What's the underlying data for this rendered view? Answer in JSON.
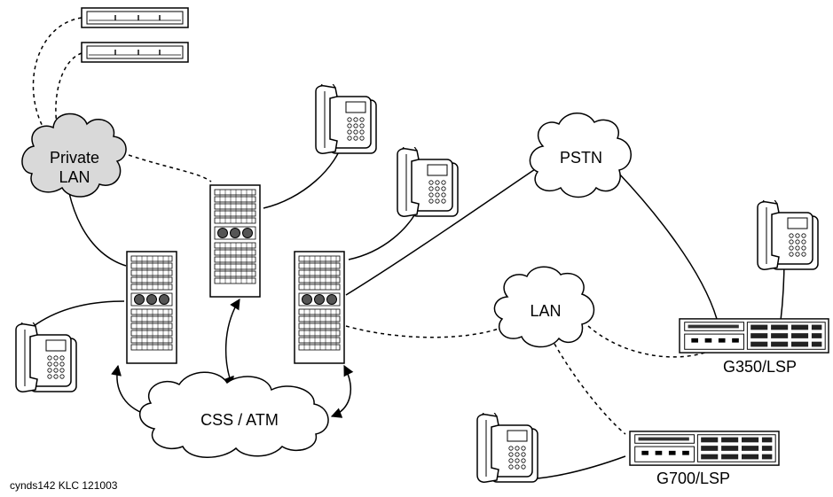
{
  "clouds": {
    "private_lan": [
      "Private",
      "LAN"
    ],
    "pstn": "PSTN",
    "lan": "LAN",
    "css_atm": "CSS / ATM"
  },
  "devices": {
    "g350": "G350/LSP",
    "g700": "G700/LSP"
  },
  "footer": "cynds142 KLC 121003",
  "icons": [
    "server-rack-icon",
    "telephone-icon",
    "rack-unit-icon",
    "gateway-icon",
    "cloud-icon"
  ],
  "colors": {
    "private_lan_fill": "#d9d9d9",
    "line": "#000000",
    "background": "#ffffff"
  }
}
